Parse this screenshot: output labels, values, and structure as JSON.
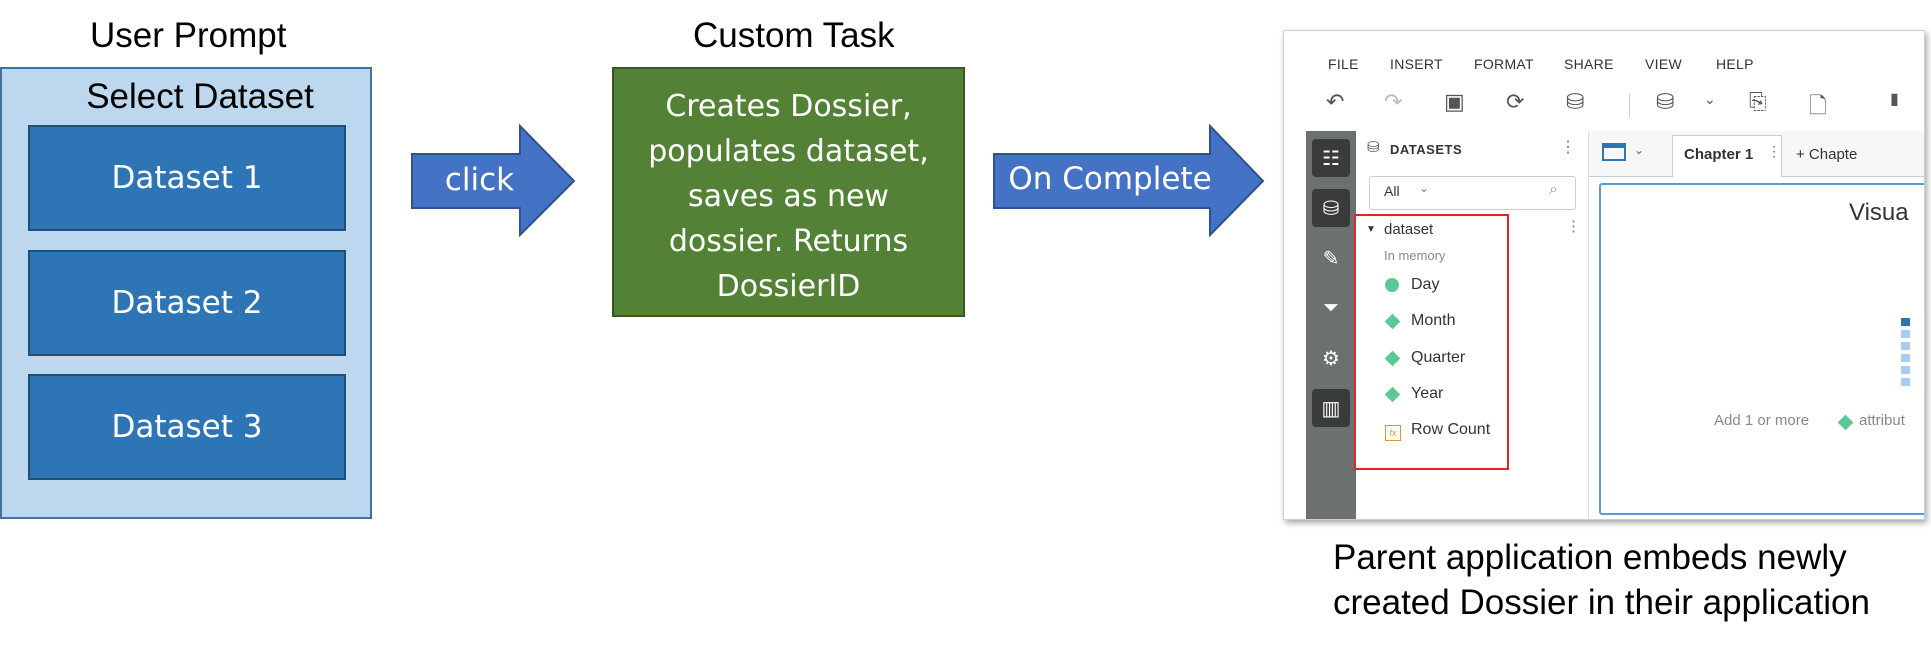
{
  "user_prompt": {
    "heading": "User Prompt",
    "title": "Select Dataset",
    "datasets": [
      "Dataset 1",
      "Dataset 2",
      "Dataset 3"
    ]
  },
  "click_arrow": {
    "label": "click"
  },
  "custom_task": {
    "heading": "Custom Task",
    "lines": [
      "Creates Dossier,",
      "populates dataset,",
      "saves as new",
      "dossier. Returns",
      "DossierID"
    ]
  },
  "complete_arrow": {
    "label": "On Complete"
  },
  "app": {
    "menu": [
      "FILE",
      "INSERT",
      "FORMAT",
      "SHARE",
      "VIEW",
      "HELP"
    ],
    "datasets_title": "DATASETS",
    "filter_value": "All",
    "dataset_name": "dataset",
    "dataset_status": "In memory",
    "fields": [
      {
        "label": "Day",
        "icon": "clock-icon"
      },
      {
        "label": "Month",
        "icon": "attribute-diamond-icon"
      },
      {
        "label": "Quarter",
        "icon": "attribute-diamond-icon"
      },
      {
        "label": "Year",
        "icon": "attribute-diamond-icon"
      },
      {
        "label": "Row Count",
        "icon": "metric-fx-icon"
      }
    ],
    "chapter_tab": "Chapter 1",
    "add_chapter": "+ Chapte",
    "visual_heading": "Visua",
    "add_hint_prefix": "Add 1 or more",
    "add_hint_suffix": "attribut"
  },
  "caption": {
    "line1": "Parent application embeds newly",
    "line2": "created Dossier in their application"
  },
  "colors": {
    "prompt_bg": "#bdd7ee",
    "dataset_button": "#2e75b6",
    "arrow": "#4472c4",
    "task_bg": "#538135",
    "highlight": "#e0242a",
    "attribute_green": "#5cc995"
  }
}
